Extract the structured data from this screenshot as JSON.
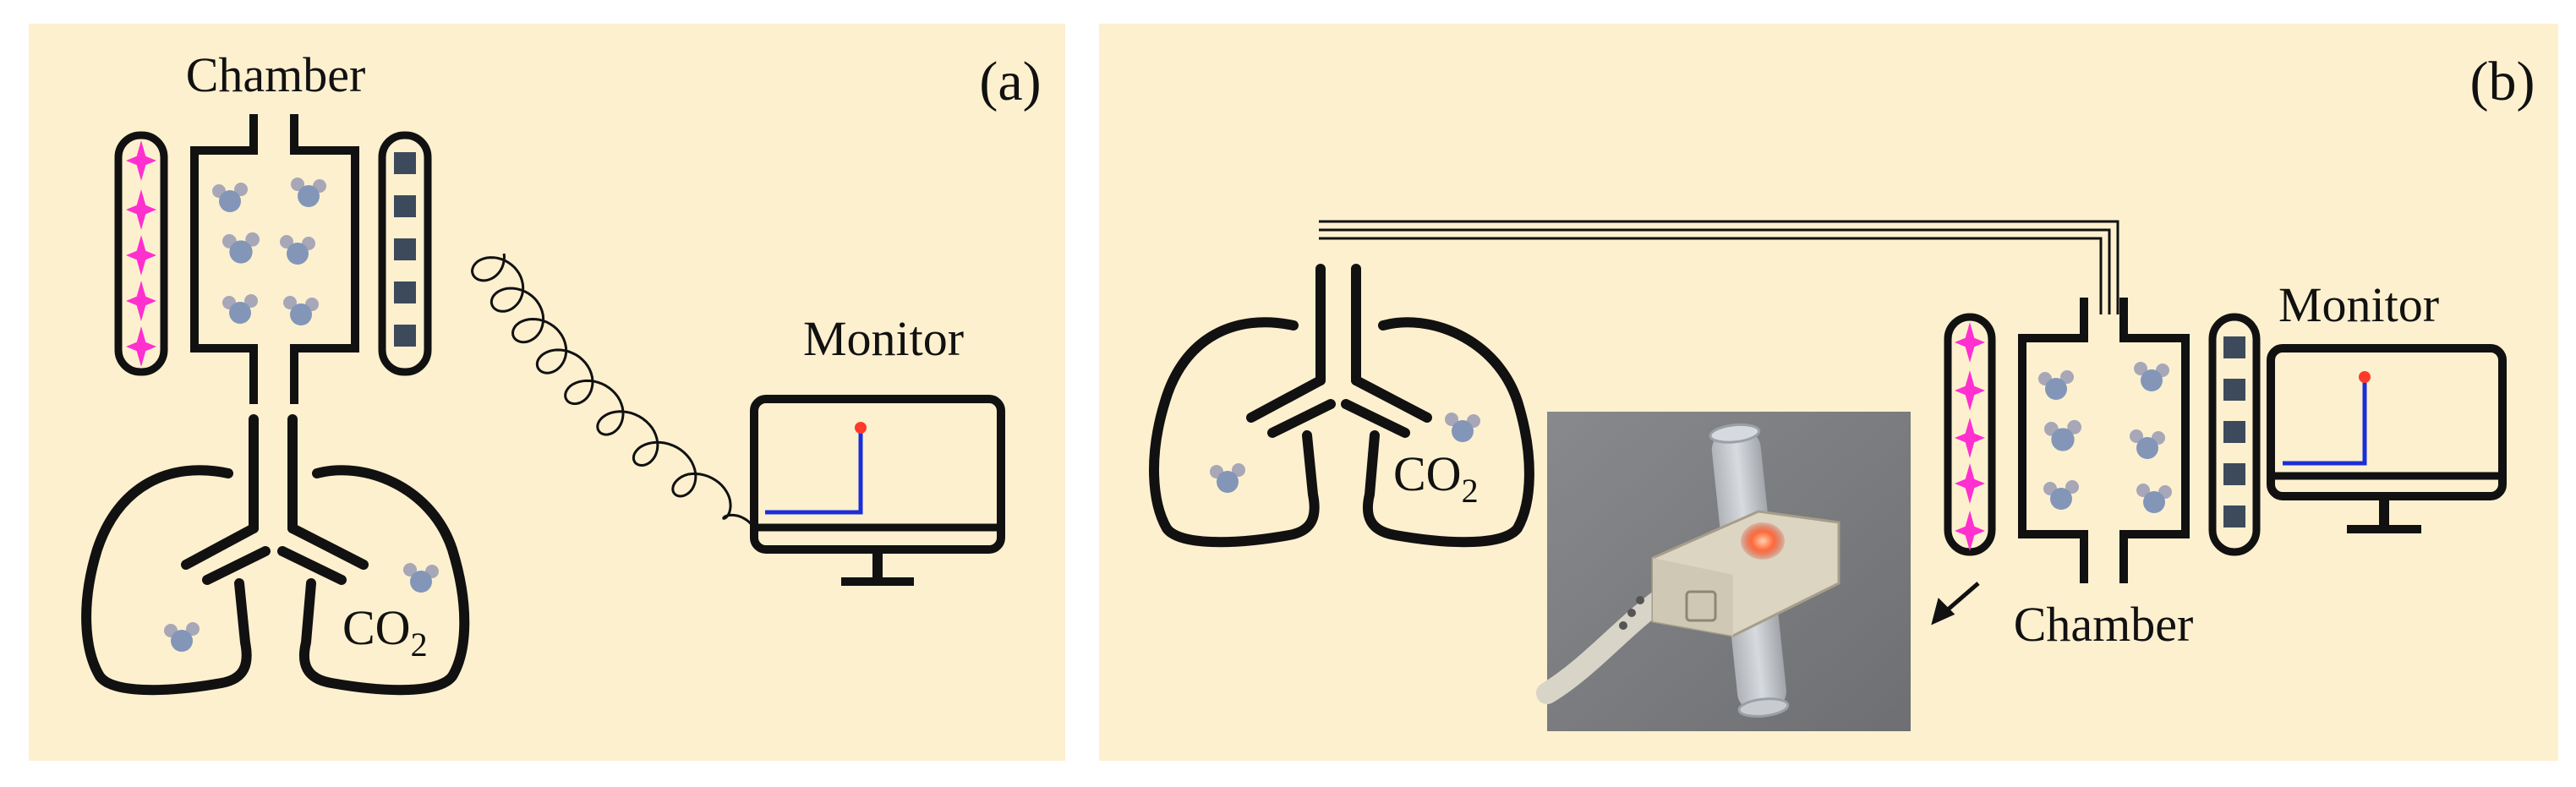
{
  "panels": {
    "a": {
      "tag": "(a)",
      "chamber_label": "Chamber",
      "monitor_label": "Monitor",
      "gas_label": {
        "base": "CO",
        "subscript": "2"
      }
    },
    "b": {
      "tag": "(b)",
      "chamber_label": "Chamber",
      "monitor_label": "Monitor",
      "gas_label": {
        "base": "CO",
        "subscript": "2"
      },
      "photo": "capnography-sensor-photo"
    }
  },
  "colors": {
    "panel_bg": "#fdf0cf",
    "outline": "#111111",
    "emitter_star": "#ff2fd0",
    "detector_square": "#3d4a5c",
    "molecule_large": "#8396b8",
    "molecule_small": "#a7a7b7",
    "trace": "#1a2fd8",
    "trace_peak": "#ff3a2a"
  },
  "icons": [
    "lungs-icon",
    "chamber-icon",
    "light-source-icon",
    "detector-icon",
    "monitor-icon",
    "cable-coil-icon",
    "co2-molecule-icon",
    "arrow-icon"
  ]
}
